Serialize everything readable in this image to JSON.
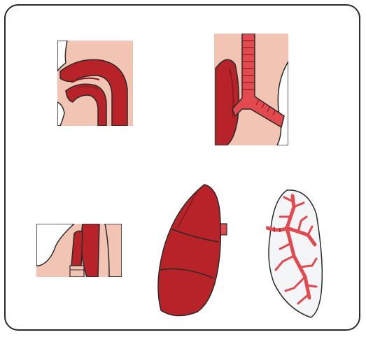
{
  "diagram": {
    "panels": [
      {
        "id": "nasal-cavity",
        "icon": "nasal-cavity-icon"
      },
      {
        "id": "trachea",
        "icon": "trachea-icon"
      },
      {
        "id": "pharynx-larynx",
        "icon": "throat-icon"
      },
      {
        "id": "lung",
        "icon": "lung-icon"
      },
      {
        "id": "bronchial-tree",
        "icon": "bronchial-tree-icon"
      }
    ],
    "colors": {
      "skin": "#f2c4b3",
      "organ": "#b8232a",
      "organ_dark": "#8e1a20",
      "outline": "#2a2a2a",
      "lung_pale": "#f3f5f7",
      "branch": "#e24a4f"
    }
  }
}
